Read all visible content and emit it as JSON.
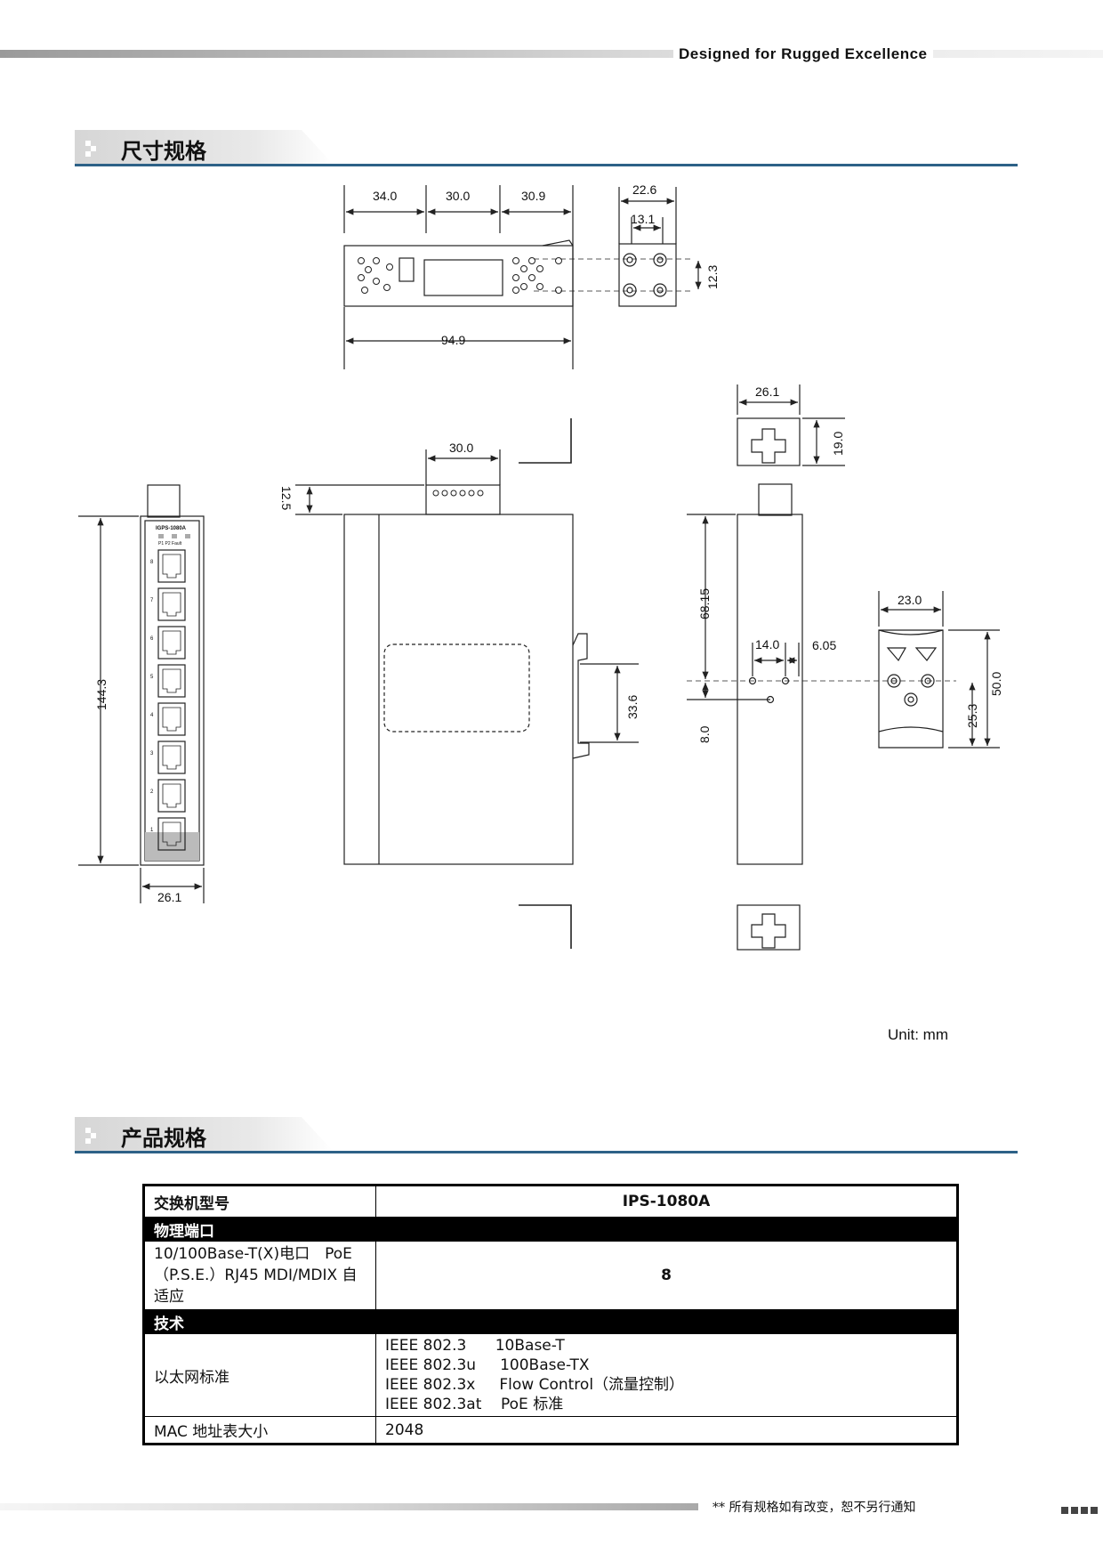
{
  "header": {
    "tagline": "Designed for Rugged Excellence"
  },
  "sections": {
    "dimensions": {
      "title": "尺寸规格"
    },
    "specs": {
      "title": "产品规格"
    }
  },
  "drawing": {
    "model": "IGPS-1080A",
    "led_labels": "P1  P2  Fault",
    "port_numbers": [
      "8",
      "7",
      "6",
      "5",
      "4",
      "3",
      "2",
      "1"
    ],
    "dims": {
      "top_34": "34.0",
      "top_30": "30.0",
      "top_309": "30.9",
      "top_949": "94.9",
      "clip_226": "22.6",
      "clip_131": "13.1",
      "clip_123": "12.3",
      "front_1443": "144.3",
      "front_261": "26.1",
      "side_125": "12.5",
      "side_30": "30.0",
      "side_336": "33.6",
      "rear_261": "26.1",
      "rear_190": "19.0",
      "rear_6815": "68.15",
      "rear_80": "8.0",
      "rear_140": "14.0",
      "rear_605": "6.05",
      "din_230": "23.0",
      "din_500": "50.0",
      "din_253": "25.3"
    },
    "unit": "Unit:  mm"
  },
  "spec_table": {
    "model_label": "交换机型号",
    "model_value": "IPS-1080A",
    "band_ports": "物理端口",
    "port_label": "10/100Base-T(X)电口　PoE（P.S.E.）RJ45 MDI/MDIX 自适应",
    "port_value": "8",
    "band_tech": "技术",
    "ethernet_label": "以太网标准",
    "ethernet_standards": [
      "IEEE 802.3      10Base-T",
      "IEEE 802.3u     100Base-TX",
      "IEEE 802.3x     Flow Control（流量控制）",
      "IEEE 802.3at    PoE 标准"
    ],
    "mac_label": "MAC  地址表大小",
    "mac_value": "2048"
  },
  "footer": {
    "note": "**  所有规格如有改变，恕不另行通知"
  }
}
